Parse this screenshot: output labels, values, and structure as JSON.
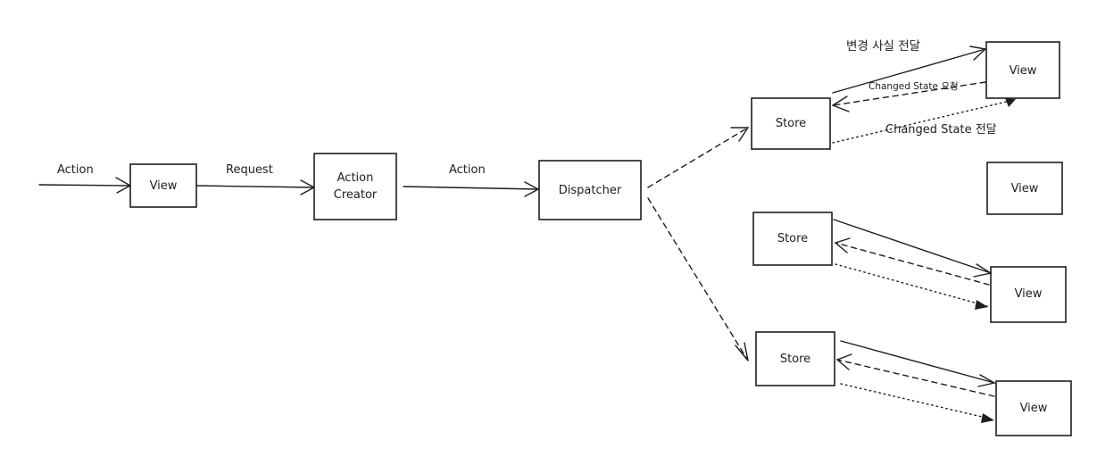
{
  "nodes": {
    "view_input": "View",
    "action_creator_line1": "Action",
    "action_creator_line2": "Creator",
    "dispatcher": "Dispatcher",
    "store_top": "Store",
    "store_middle": "Store",
    "store_bottom": "Store",
    "view_top": "View",
    "view_standalone": "View",
    "view_middle": "View",
    "view_bottom": "View"
  },
  "edges": {
    "user_action": "Action",
    "request": "Request",
    "action": "Action",
    "change_notify_ko": "변경 사실 전달",
    "changed_state_request": "Changed State 요청",
    "changed_state_deliver": "Changed State 전달"
  }
}
